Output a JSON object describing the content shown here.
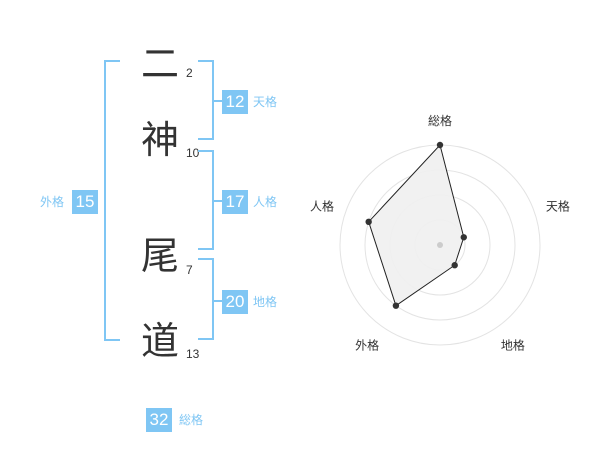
{
  "name": {
    "chars": [
      {
        "char": "二",
        "strokes": "2"
      },
      {
        "char": "神",
        "strokes": "10"
      },
      {
        "char": "尾",
        "strokes": "7"
      },
      {
        "char": "道",
        "strokes": "13"
      }
    ]
  },
  "fortunes": {
    "tenkaku": {
      "label": "天格",
      "value": "12"
    },
    "jinkaku": {
      "label": "人格",
      "value": "17"
    },
    "chikaku": {
      "label": "地格",
      "value": "20"
    },
    "gaikaku": {
      "label": "外格",
      "value": "15"
    },
    "soukaku": {
      "label": "総格",
      "value": "32"
    }
  },
  "colors": {
    "accent": "#7fc6f4",
    "text": "#333333",
    "radar_fill": "#efefef",
    "ring": "#e3e3e3"
  },
  "chart_data": {
    "type": "radar",
    "axes": [
      "総格",
      "天格",
      "地格",
      "外格",
      "人格"
    ],
    "values": [
      4,
      1,
      1,
      3,
      3
    ],
    "range": [
      0,
      4
    ],
    "rings": 4
  }
}
